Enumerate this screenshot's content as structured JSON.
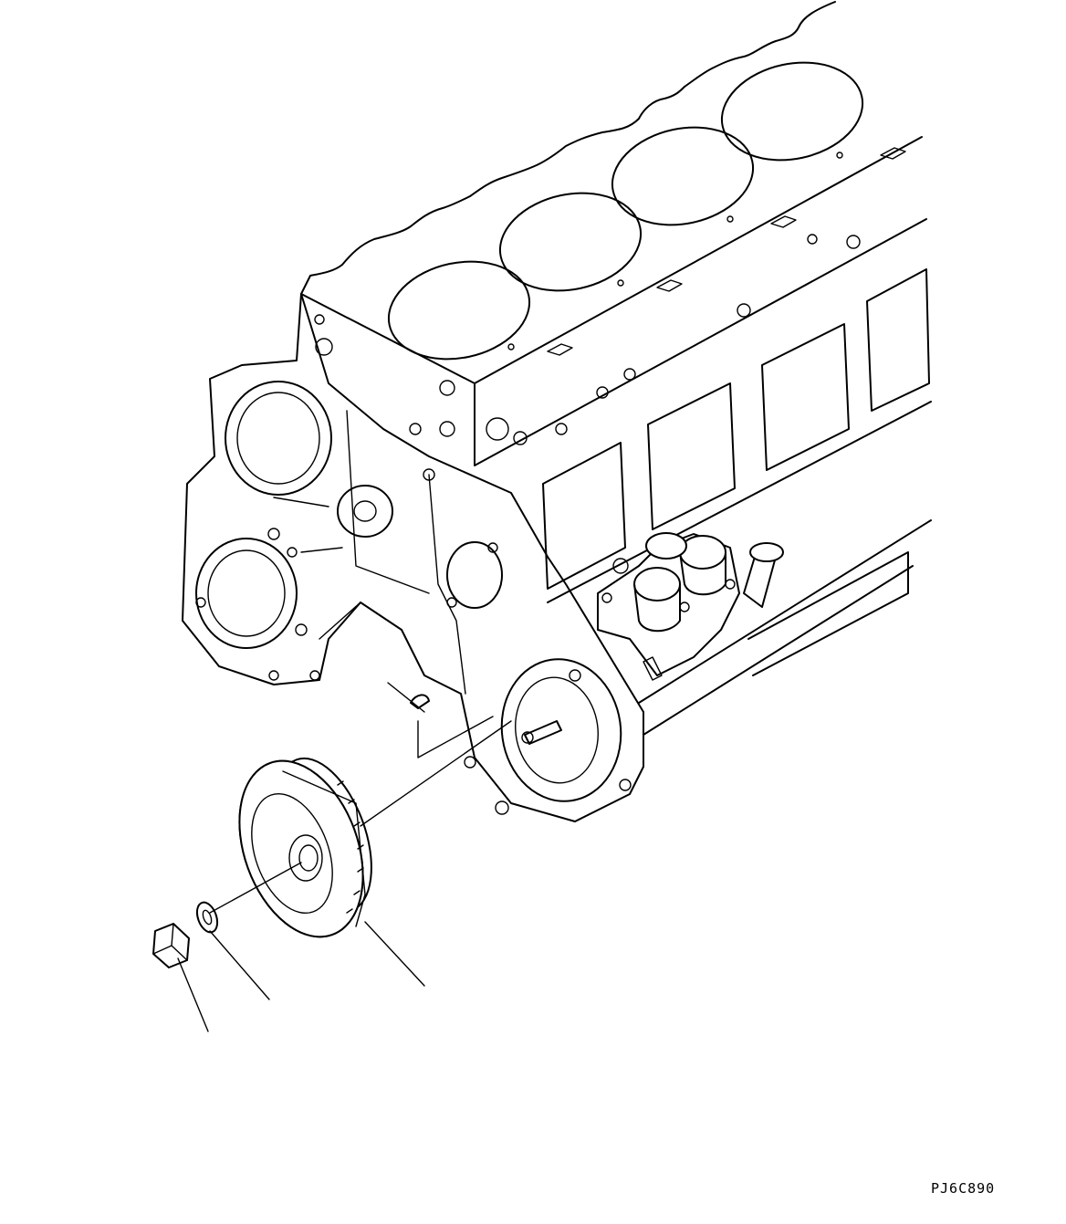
{
  "figure": {
    "drawing_code": "PJ6C890"
  },
  "parts": [
    {
      "name": "engine-block"
    },
    {
      "name": "timing-gear-case"
    },
    {
      "name": "fuel-injection-pump"
    },
    {
      "name": "woodruff-key"
    },
    {
      "name": "drive-gear"
    },
    {
      "name": "washer"
    },
    {
      "name": "nut"
    }
  ]
}
